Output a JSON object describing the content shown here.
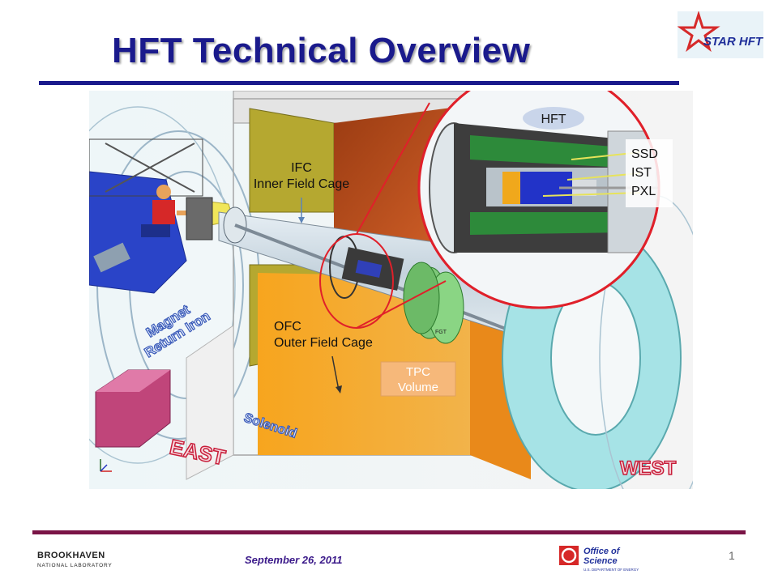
{
  "slide": {
    "title": "HFT Technical Overview",
    "date": "September 26, 2011",
    "page_number": "1"
  },
  "logos": {
    "star_hft": "STAR HFT",
    "bnl_name": "BROOKHAVEN",
    "bnl_sub": "NATIONAL LABORATORY",
    "doe_line1": "Office of",
    "doe_line2": "Science",
    "doe_line3": "U.S. DEPARTMENT OF ENERGY"
  },
  "diagram": {
    "ifc_label": "IFC",
    "ifc_full": "Inner Field Cage",
    "ofc_label": "OFC",
    "ofc_full": "Outer Field Cage",
    "tpc_line1": "TPC",
    "tpc_line2": "Volume",
    "magnet_line1": "Magnet",
    "magnet_line2": "Return Iron",
    "solenoid": "Solenoid",
    "east": "EAST",
    "west": "WEST",
    "fgt": "FGT",
    "hft": "HFT",
    "ssd": "SSD",
    "ist": "IST",
    "pxl": "PXL"
  },
  "colors": {
    "title": "#1a1a8c",
    "title_rule": "#1a1a8c",
    "footer_rule": "#7a1446",
    "date": "#3b1a8a",
    "callout_red": "#e0202a",
    "tpc_orange": "#f5a623",
    "ifc_olive": "#b5a830",
    "magnet_cyan": "#a6e3e6",
    "pink_box": "#c0457a"
  }
}
